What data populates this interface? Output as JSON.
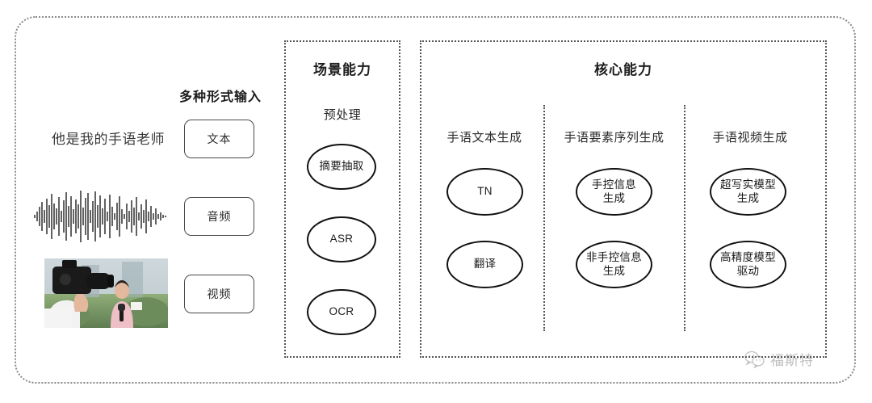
{
  "diagram": {
    "input_section": {
      "header": "多种形式输入",
      "sample_sentence": "他是我的手语老师",
      "modalities": [
        {
          "label": "文本",
          "media": "text-sentence"
        },
        {
          "label": "音频",
          "media": "audio-waveform"
        },
        {
          "label": "视频",
          "media": "video-thumbnail"
        }
      ]
    },
    "scene_section": {
      "title": "场景能力",
      "subtitle": "预处理",
      "nodes": [
        {
          "label": "摘要抽取"
        },
        {
          "label": "ASR"
        },
        {
          "label": "OCR"
        }
      ]
    },
    "core_section": {
      "title": "核心能力",
      "columns": [
        {
          "header": "手语文本生成",
          "nodes": [
            {
              "line1": "TN",
              "line2": ""
            },
            {
              "line1": "翻译",
              "line2": ""
            }
          ]
        },
        {
          "header": "手语要素序列生成",
          "nodes": [
            {
              "line1": "手控信息",
              "line2": "生成"
            },
            {
              "line1": "非手控信息",
              "line2": "生成"
            }
          ]
        },
        {
          "header": "手语视频生成",
          "nodes": [
            {
              "line1": "超写实模型",
              "line2": "生成"
            },
            {
              "line1": "高精度模型",
              "line2": "驱动"
            }
          ]
        }
      ]
    },
    "watermark": {
      "icon": "wechat-icon",
      "text": "福斯特"
    },
    "colors": {
      "frame": "#8a8a8a",
      "section_border": "#555555",
      "node_border": "#111111",
      "text": "#2b2b2b",
      "background": "#ffffff"
    }
  }
}
